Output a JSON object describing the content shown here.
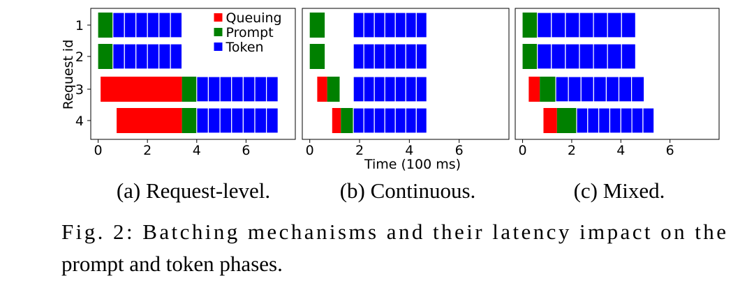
{
  "figure_caption": {
    "line1": "Fig. 2: Batching mechanisms and their latency impact on the",
    "line2": "prompt and token phases."
  },
  "shared_xlabel": "Time (100 ms)",
  "shared_ylabel": "Request id",
  "colors": {
    "Queuing": "#ff0000",
    "Prompt": "#008000",
    "Token": "#0000ff"
  },
  "chart_data": [
    {
      "type": "bar",
      "orientation": "horizontal-gantt",
      "subcaption": "(a) Request-level.",
      "xlim": [
        -0.3,
        8
      ],
      "xticks": [
        0,
        2,
        4,
        6
      ],
      "ylabel": "Request id",
      "categories": [
        "1",
        "2",
        "3",
        "4"
      ],
      "legend": {
        "entries": [
          "Queuing",
          "Prompt",
          "Token"
        ],
        "placement": "top-right"
      },
      "requests": [
        {
          "id": "1",
          "queuing": null,
          "prompt": [
            0.0,
            0.6
          ],
          "token": [
            0.6,
            3.4
          ],
          "token_steps": 6
        },
        {
          "id": "2",
          "queuing": null,
          "prompt": [
            0.0,
            0.6
          ],
          "token": [
            0.6,
            3.4
          ],
          "token_steps": 6
        },
        {
          "id": "3",
          "queuing": [
            0.1,
            3.4
          ],
          "prompt": [
            3.4,
            4.0
          ],
          "token": [
            4.0,
            7.3
          ],
          "token_steps": 7
        },
        {
          "id": "4",
          "queuing": [
            0.75,
            3.4
          ],
          "prompt": [
            3.4,
            4.0
          ],
          "token": [
            4.0,
            7.3
          ],
          "token_steps": 7
        }
      ]
    },
    {
      "type": "bar",
      "orientation": "horizontal-gantt",
      "subcaption": "(b) Continuous.",
      "xlabel": "Time (100 ms)",
      "xlim": [
        -0.3,
        8
      ],
      "xticks": [
        0,
        2,
        4,
        6
      ],
      "categories": [
        "1",
        "2",
        "3",
        "4"
      ],
      "requests": [
        {
          "id": "1",
          "queuing": null,
          "prompt": [
            0.0,
            0.6
          ],
          "token": [
            1.75,
            4.7
          ],
          "token_steps": 7
        },
        {
          "id": "2",
          "queuing": null,
          "prompt": [
            0.0,
            0.6
          ],
          "token": [
            1.75,
            4.7
          ],
          "token_steps": 7
        },
        {
          "id": "3",
          "queuing": [
            0.3,
            0.7
          ],
          "prompt": [
            0.7,
            1.2
          ],
          "token": [
            1.75,
            4.7
          ],
          "token_steps": 7
        },
        {
          "id": "4",
          "queuing": [
            0.9,
            1.25
          ],
          "prompt": [
            1.25,
            1.75
          ],
          "token": [
            1.75,
            4.7
          ],
          "token_steps": 7
        }
      ]
    },
    {
      "type": "bar",
      "orientation": "horizontal-gantt",
      "subcaption": "(c) Mixed.",
      "xlim": [
        -0.3,
        8
      ],
      "xticks": [
        0,
        2,
        4,
        6
      ],
      "categories": [
        "1",
        "2",
        "3",
        "4"
      ],
      "requests": [
        {
          "id": "1",
          "queuing": null,
          "prompt": [
            0.0,
            0.6
          ],
          "token": [
            0.6,
            4.6
          ],
          "token_steps": 7
        },
        {
          "id": "2",
          "queuing": null,
          "prompt": [
            0.0,
            0.6
          ],
          "token": [
            0.6,
            4.6
          ],
          "token_steps": 7
        },
        {
          "id": "3",
          "queuing": [
            0.25,
            0.7
          ],
          "prompt": [
            0.7,
            1.35
          ],
          "token": [
            1.35,
            4.95
          ],
          "token_steps": 7
        },
        {
          "id": "4",
          "queuing": [
            0.85,
            1.4
          ],
          "prompt": [
            1.4,
            2.2
          ],
          "token": [
            2.2,
            5.35
          ],
          "token_steps": 7
        }
      ]
    }
  ]
}
